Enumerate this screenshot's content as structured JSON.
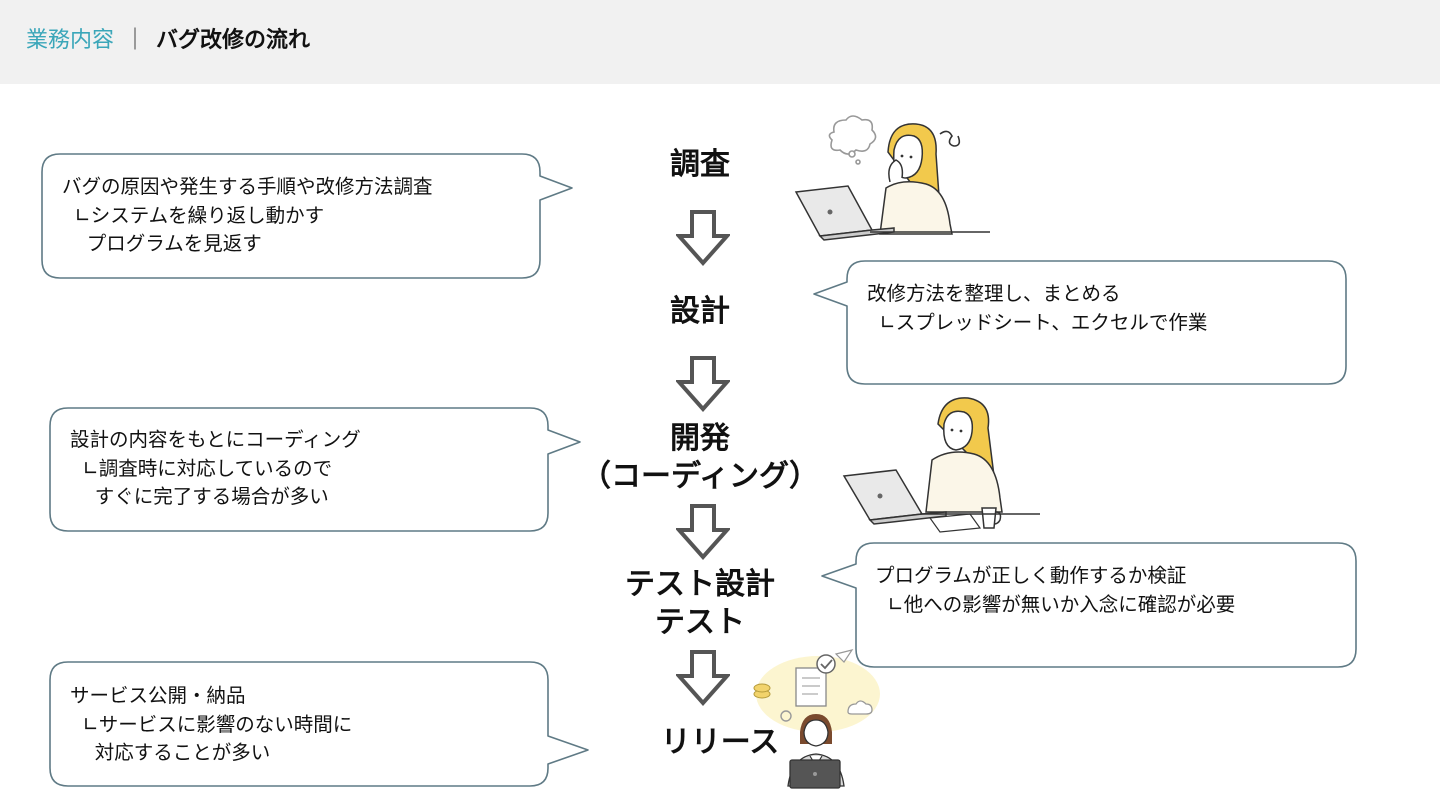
{
  "header": {
    "section": "業務内容",
    "separator": "｜",
    "title": "バグ改修の流れ"
  },
  "steps": [
    {
      "label": "調査"
    },
    {
      "label": "設計"
    },
    {
      "label": "開発\n（コーディング）"
    },
    {
      "label": "テスト設計\nテスト"
    },
    {
      "label": "リリース"
    }
  ],
  "notes": [
    {
      "text": "バグの原因や発生する手順や改修方法調査\n  ∟システムを繰り返し動かす\n    プログラムを見返す"
    },
    {
      "text": "改修方法を整理し、まとめる\n  ∟スプレッドシート、エクセルで作業"
    },
    {
      "text": "設計の内容をもとにコーディング\n  ∟調査時に対応しているので\n    すぐに完了する場合が多い"
    },
    {
      "text": "プログラムが正しく動作するか検証\n  ∟他への影響が無いか入念に確認が必要"
    },
    {
      "text": "サービス公開・納品\n  ∟サービスに影響のない時間に\n    対応することが多い"
    }
  ],
  "colors": {
    "accent": "#3aa6b9",
    "bubble_border": "#5f7a85",
    "arrow": "#555555",
    "header_bg": "#f1f1f1",
    "hair": "#f2c94c"
  },
  "illustrations": [
    "thinking-woman-laptop-icon",
    "working-woman-laptop-icon",
    "release-woman-laptop-icon"
  ]
}
